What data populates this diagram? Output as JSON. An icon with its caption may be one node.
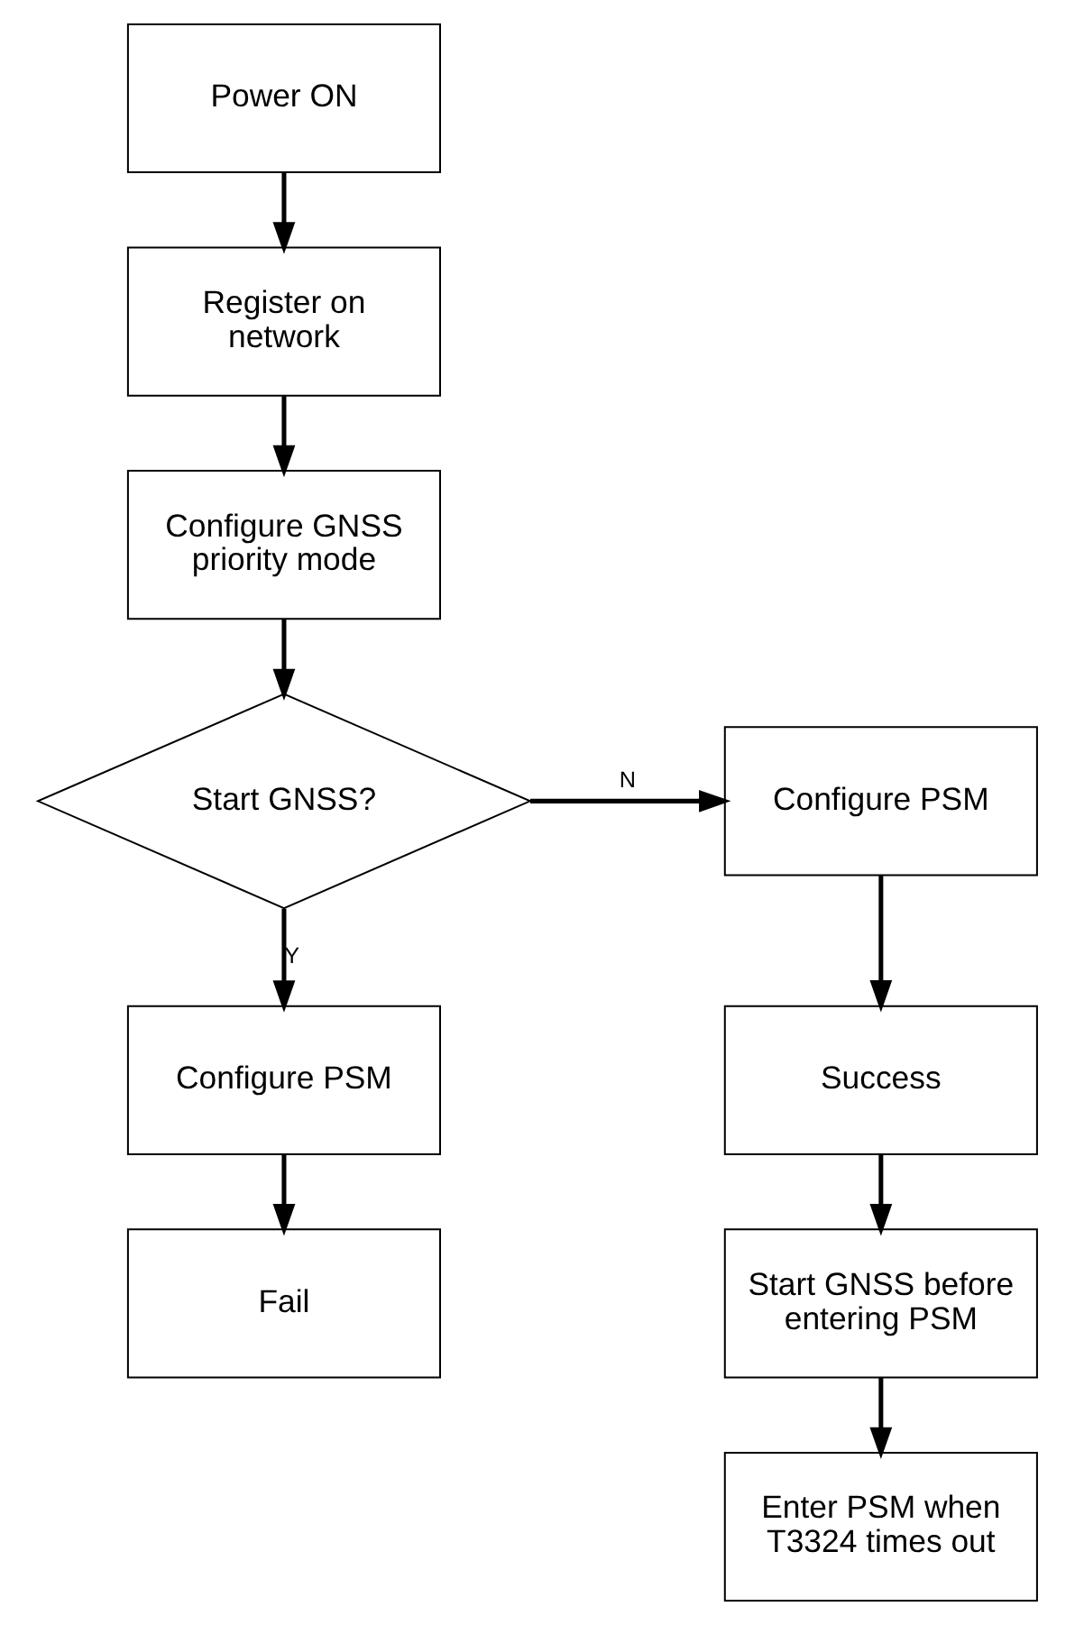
{
  "diagram": {
    "nodes": [
      {
        "text": [
          "Power ON"
        ]
      },
      {
        "text": [
          "Register on network"
        ]
      },
      {
        "text": [
          "Configure GNSS priority mode"
        ]
      },
      {
        "text": [
          "Start GNSS?"
        ]
      },
      {
        "text": [
          "Configure PSM"
        ]
      },
      {
        "text": [
          "Success"
        ]
      },
      {
        "text": [
          "Start GNSS before entering PSM"
        ]
      },
      {
        "text": [
          "Enter PSM when T3324 times out"
        ]
      },
      {
        "text": [
          "Configure PSM"
        ]
      },
      {
        "text": [
          "Fail"
        ]
      }
    ],
    "edges": [
      {
        "from": 0,
        "to": 1,
        "arrow": "to"
      },
      {
        "from": 1,
        "to": 2,
        "arrow": "to"
      },
      {
        "from": 2,
        "to": 3,
        "arrow": "to"
      },
      {
        "from": 3,
        "to": 4,
        "arrow": "to",
        "label": "N"
      },
      {
        "from": 4,
        "to": 5,
        "arrow": "to"
      },
      {
        "from": 5,
        "to": 6,
        "arrow": "to"
      },
      {
        "from": 6,
        "to": 7,
        "arrow": "to"
      },
      {
        "from": 3,
        "to": 8,
        "arrow": "to",
        "label": "Y"
      },
      {
        "from": 8,
        "to": 9,
        "arrow": "to"
      }
    ]
  }
}
